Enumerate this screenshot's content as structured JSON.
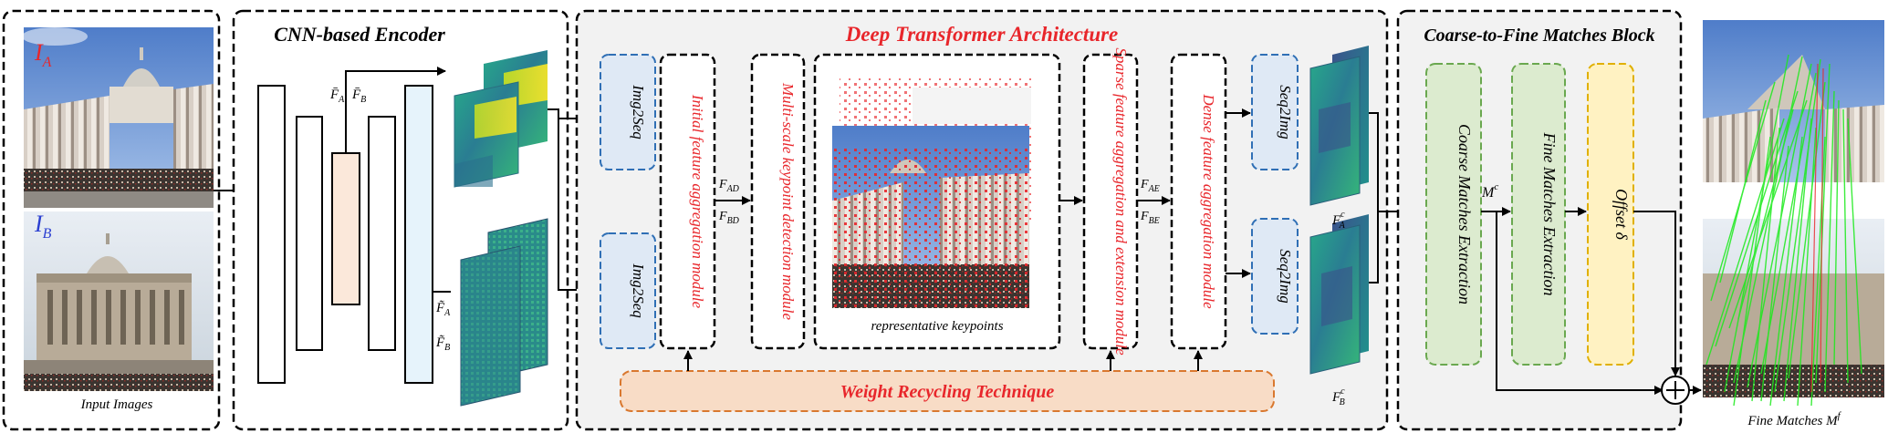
{
  "panels": {
    "input": {
      "label_a": "I",
      "label_a_sub": "A",
      "label_b": "I",
      "label_b_sub": "B",
      "caption": "Input Images"
    },
    "encoder": {
      "title": "CNN-based Encoder"
    },
    "transformer": {
      "title": "Deep Transformer Architecture",
      "img2seq_top": "Img2Seq",
      "img2seq_bottom": "Img2Seq",
      "initial_module": "Initial feature aggregation module",
      "multiscale_module": "Multi-scale keypoint detection module",
      "keypoints_caption": "representative keypoints",
      "sparse_module": "Sparse feature aggregation and extension module",
      "dense_module": "Dense feature aggregation module",
      "seq2img_top": "Seq2Img",
      "seq2img_bottom": "Seq2Img",
      "weight_recycling": "Weight Recycling Technique"
    },
    "matches": {
      "title": "Coarse-to-Fine Matches Block",
      "coarse": "Coarse Matches Extraction",
      "fine": "Fine Matches Extraction",
      "offset": "Offset δ",
      "caption": "Fine Matches M",
      "caption_sup": "f"
    }
  },
  "labels": {
    "fa_bar": "F̄",
    "fa_bar_sub": "A",
    "fb_bar": "F̄",
    "fb_bar_sub": "B",
    "fa_tilde": "F̃",
    "fa_tilde_sub": "A",
    "fb_tilde": "F̃",
    "fb_tilde_sub": "B",
    "fad": "F",
    "fad_sub": "AD",
    "fbd": "F",
    "fbd_sub": "BD",
    "fae": "F",
    "fae_sub": "AE",
    "fbe": "F",
    "fbe_sub": "BE",
    "fca": "F",
    "fca_sub": "A",
    "fca_sup": "c",
    "fcb": "F",
    "fcb_sub": "B",
    "fcb_sup": "c",
    "mc": "M",
    "mc_sup": "c",
    "plus": "+"
  },
  "colors": {
    "red_text": "#e8262b",
    "blue_text": "#2b3fd1",
    "blue_box_fill": "#dfe9f5",
    "blue_box_stroke": "#2f6fb5",
    "weight_fill": "#f8dcc6",
    "weight_stroke": "#d9782f",
    "green_fill": "#dcebcf",
    "green_stroke": "#6aa84f",
    "yellow_fill": "#fff2c2",
    "yellow_stroke": "#e0b000",
    "panel_fill": "#f2f2f2",
    "peach_fill": "#fbe8da",
    "lightblue_fill": "#e6f3fb",
    "viridis_teal": "#2c8f8a",
    "viridis_yellow": "#d7e83a",
    "viridis_blue": "#3a5b9a"
  }
}
